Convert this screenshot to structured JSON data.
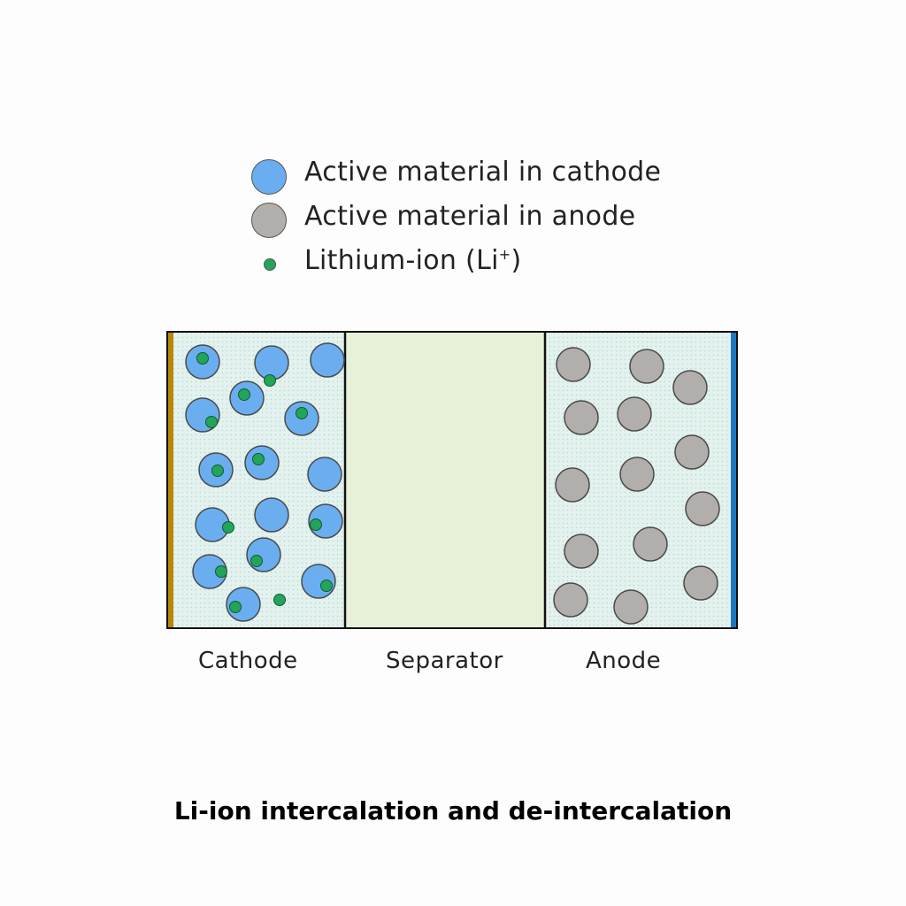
{
  "legend": [
    {
      "label": "Active material in cathode",
      "swatch": "cathode-particle"
    },
    {
      "label": "Active material in anode",
      "swatch": "anode-particle"
    },
    {
      "label_main": "Lithium-ion (Li",
      "label_sup": "+",
      "label_end": ")",
      "swatch": "lithium-ion"
    }
  ],
  "regions": {
    "cathode": "Cathode",
    "separator": "Separator",
    "anode": "Anode"
  },
  "title": "Li-ion intercalation and de-intercalation",
  "colors": {
    "cathode_particle": "#6aaef0",
    "anode_particle": "#b1aeac",
    "lithium_ion": "#22a55a",
    "electrolyte": "#e3f2ee",
    "separator": "#e6f1d8",
    "cathode_collector": "#b8860b",
    "anode_collector": "#1f77c4"
  }
}
